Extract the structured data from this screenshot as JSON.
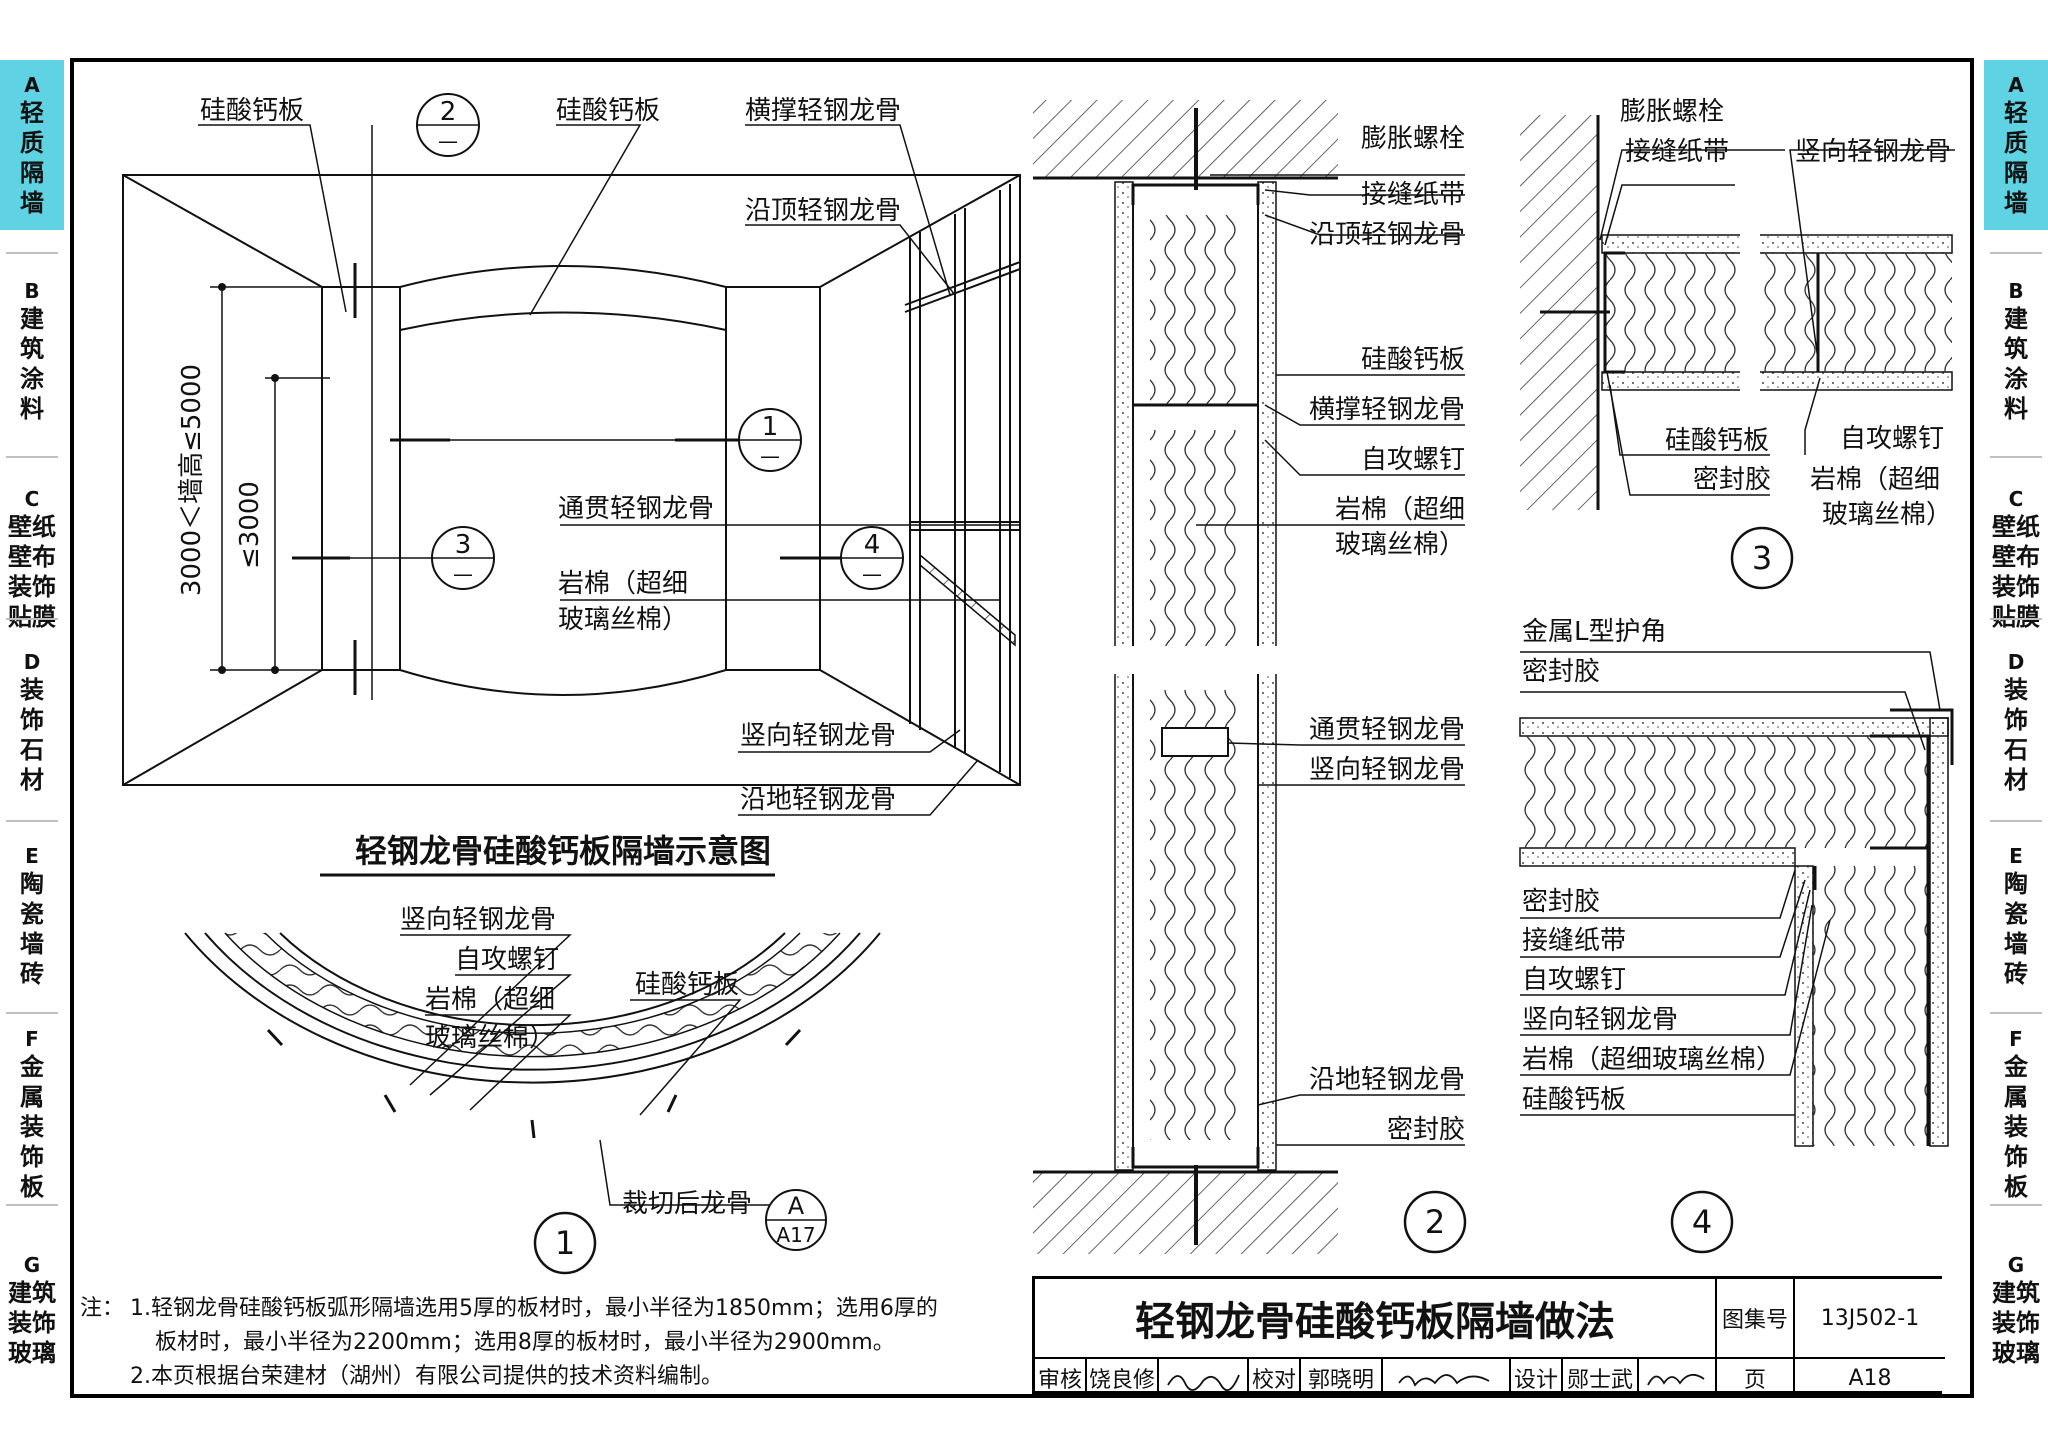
{
  "side_tabs": [
    {
      "letter": "A",
      "name": "轻质隔墙",
      "active": true
    },
    {
      "letter": "B",
      "name": "建筑涂料",
      "active": false
    },
    {
      "letter": "C",
      "name": "壁纸壁布装饰贴膜",
      "active": false
    },
    {
      "letter": "D",
      "name": "装饰石材",
      "active": false
    },
    {
      "letter": "E",
      "name": "陶瓷墙砖",
      "active": false
    },
    {
      "letter": "F",
      "name": "金属装饰板",
      "active": false
    },
    {
      "letter": "G",
      "name": "建筑装饰玻璃",
      "active": false
    }
  ],
  "diagram_main": {
    "title": "轻钢龙骨硅酸钙板隔墙示意图",
    "labels": {
      "board_left": "硅酸钙板",
      "board_top": "硅酸钙板",
      "cross_brace": "横撑轻钢龙骨",
      "top_runner": "沿顶轻钢龙骨",
      "through_keel": "通贯轻钢龙骨",
      "rockwool_1": "岩棉（超细",
      "rockwool_2": "玻璃丝棉）",
      "stud": "竖向轻钢龙骨",
      "floor_runner": "沿地轻钢龙骨",
      "dim_outer": "3000＜墙高≤5000",
      "dim_inner": "≤3000"
    },
    "callouts": [
      {
        "num": "2",
        "sub": "—"
      },
      {
        "num": "1",
        "sub": "—"
      },
      {
        "num": "3",
        "sub": "—"
      },
      {
        "num": "4",
        "sub": "—"
      }
    ]
  },
  "detail_1": {
    "labels": {
      "stud": "竖向轻钢龙骨",
      "screw": "自攻螺钉",
      "rockwool_1": "岩棉（超细",
      "rockwool_2": "玻璃丝棉）",
      "board": "硅酸钙板",
      "cut_keel": "裁切后龙骨"
    },
    "ref": {
      "top": "A",
      "bottom": "A17"
    },
    "number": "1"
  },
  "detail_2": {
    "labels": {
      "bolt": "膨胀螺栓",
      "tape": "接缝纸带",
      "top_runner": "沿顶轻钢龙骨",
      "board": "硅酸钙板",
      "cross_brace": "横撑轻钢龙骨",
      "screw": "自攻螺钉",
      "rockwool_1": "岩棉（超细",
      "rockwool_2": "玻璃丝棉）",
      "through_keel": "通贯轻钢龙骨",
      "stud": "竖向轻钢龙骨",
      "floor_runner": "沿地轻钢龙骨",
      "sealant": "密封胶"
    },
    "number": "2"
  },
  "detail_3": {
    "labels": {
      "bolt": "膨胀螺栓",
      "tape": "接缝纸带",
      "stud": "竖向轻钢龙骨",
      "board": "硅酸钙板",
      "sealant": "密封胶",
      "screw": "自攻螺钉",
      "rockwool_1": "岩棉（超细",
      "rockwool_2": "玻璃丝棉）"
    },
    "number": "3"
  },
  "detail_4": {
    "labels": {
      "corner": "金属L型护角",
      "sealant_top": "密封胶",
      "sealant": "密封胶",
      "tape": "接缝纸带",
      "screw": "自攻螺钉",
      "stud": "竖向轻钢龙骨",
      "rockwool": "岩棉（超细玻璃丝棉）",
      "board": "硅酸钙板"
    },
    "number": "4"
  },
  "notes": {
    "prefix": "注：",
    "n1a": "1.轻钢龙骨硅酸钙板弧形隔墙选用5厚的板材时，最小半径为1850mm；选用6厚的",
    "n1b": "板材时，最小半径为2200mm；选用8厚的板材时，最小半径为2900mm。",
    "n2": "2.本页根据台荣建材（湖州）有限公司提供的技术资料编制。"
  },
  "title_block": {
    "title": "轻钢龙骨硅酸钙板隔墙做法",
    "atlas_label": "图集号",
    "atlas_value": "13J502-1",
    "page_label": "页",
    "page_value": "A18",
    "review_label": "审核",
    "review_name": "饶良修",
    "check_label": "校对",
    "check_name": "郭晓明",
    "design_label": "设计",
    "design_name": "郧士武"
  }
}
